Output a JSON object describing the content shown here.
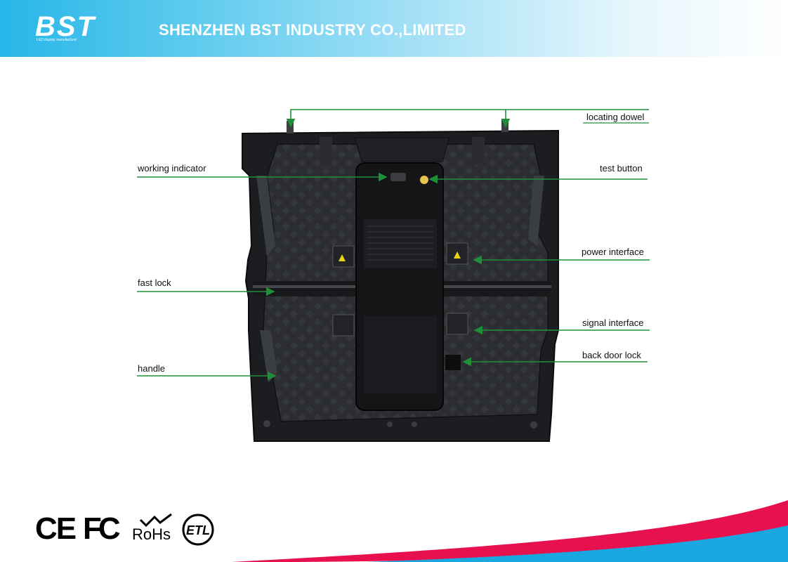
{
  "header": {
    "logo_text": "BST",
    "logo_tagline": "LED display manufacturer",
    "company_name": "SHENZHEN BST INDUSTRY CO.,LIMITED"
  },
  "callouts": {
    "locating_dowel": "locating dowel",
    "working_indicator": "working indicator",
    "test_button": "test button",
    "power_interface": "power interface",
    "fast_lock": "fast lock",
    "signal_interface": "signal interface",
    "back_door_lock": "back door lock",
    "handle": "handle"
  },
  "certifications": {
    "ce": "CE",
    "fc": "FC",
    "rohs": "RoHs",
    "etl": "ETL"
  },
  "colors": {
    "header_blue": "#27b6e8",
    "arrow_green": "#1f8f3a",
    "swoosh_red": "#e8114f",
    "swoosh_blue": "#1aa7e0"
  }
}
